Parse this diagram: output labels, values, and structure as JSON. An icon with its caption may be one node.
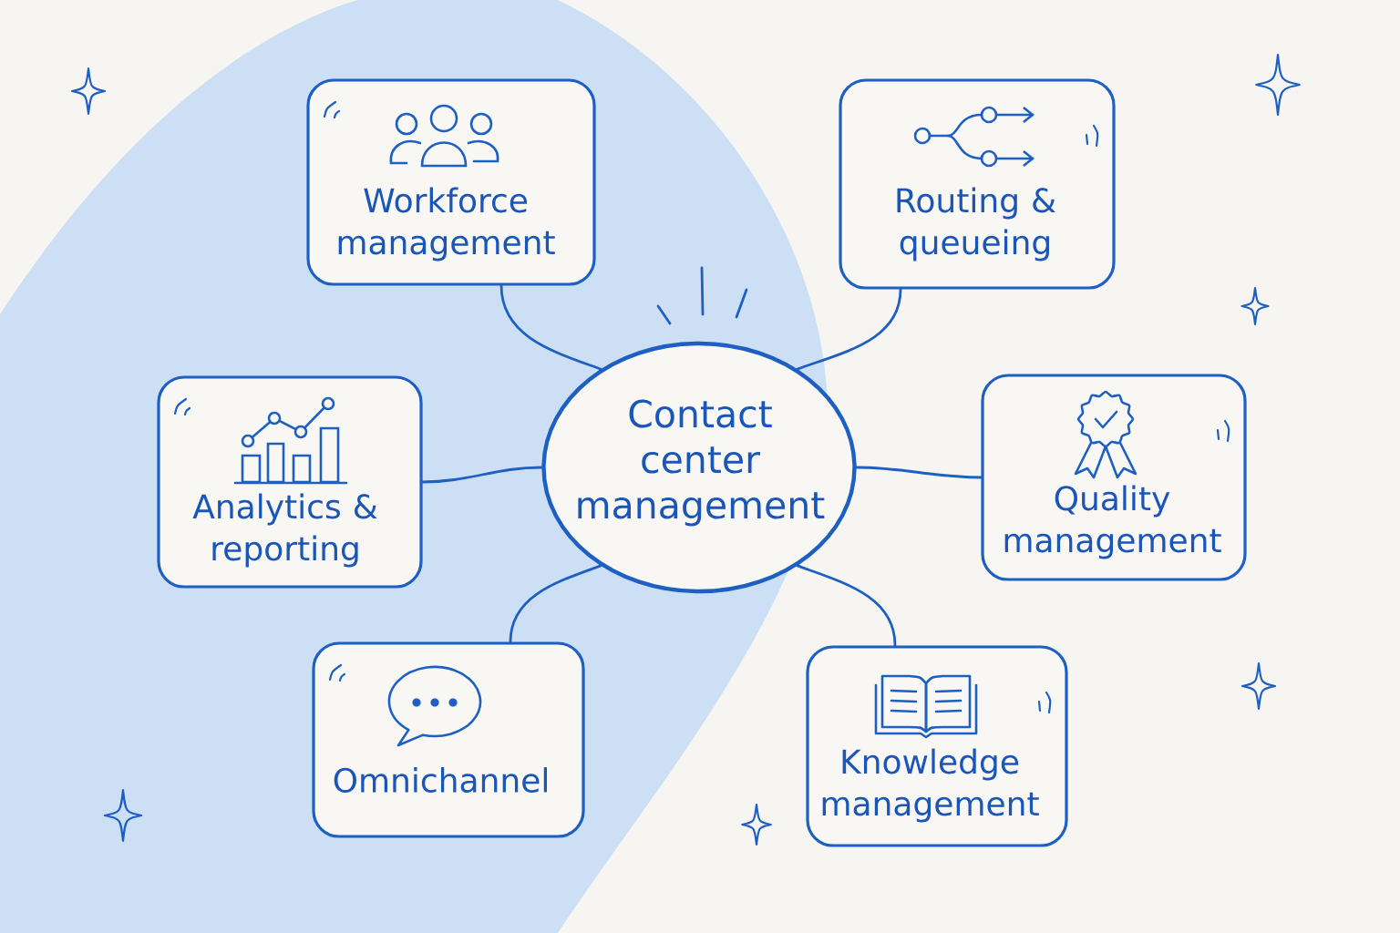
{
  "diagram": {
    "nodes": [
      {
        "text": [
          "Contact center management"
        ]
      },
      {
        "text": [
          "Workforce management"
        ]
      },
      {
        "text": [
          "Routing & queueing"
        ]
      },
      {
        "text": [
          "Analytics & reporting"
        ]
      },
      {
        "text": [
          "Quality management"
        ]
      },
      {
        "text": [
          "Omnichannel"
        ]
      },
      {
        "text": [
          "Knowledge management"
        ]
      }
    ],
    "edges": [
      {
        "from": 0,
        "to": 1,
        "arrow": "none"
      },
      {
        "from": 0,
        "to": 2,
        "arrow": "none"
      },
      {
        "from": 0,
        "to": 3,
        "arrow": "none"
      },
      {
        "from": 0,
        "to": 4,
        "arrow": "none"
      },
      {
        "from": 0,
        "to": 5,
        "arrow": "none"
      },
      {
        "from": 0,
        "to": 6,
        "arrow": "none"
      }
    ]
  }
}
